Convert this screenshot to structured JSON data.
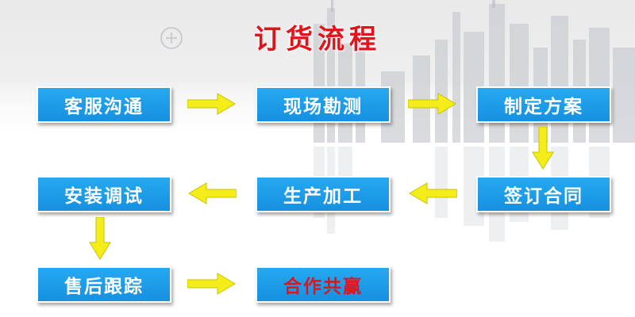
{
  "title": "订货流程",
  "steps": [
    {
      "label": "客服沟通"
    },
    {
      "label": "现场勘测"
    },
    {
      "label": "制定方案"
    },
    {
      "label": "签订合同"
    },
    {
      "label": "生产加工"
    },
    {
      "label": "安装调试"
    },
    {
      "label": "售后跟踪"
    },
    {
      "label": "合作共赢"
    }
  ],
  "colors": {
    "box": "#1a9be8",
    "arrow": "#f5ed1a",
    "title": "#e0141b",
    "final_text": "#e0141b"
  }
}
